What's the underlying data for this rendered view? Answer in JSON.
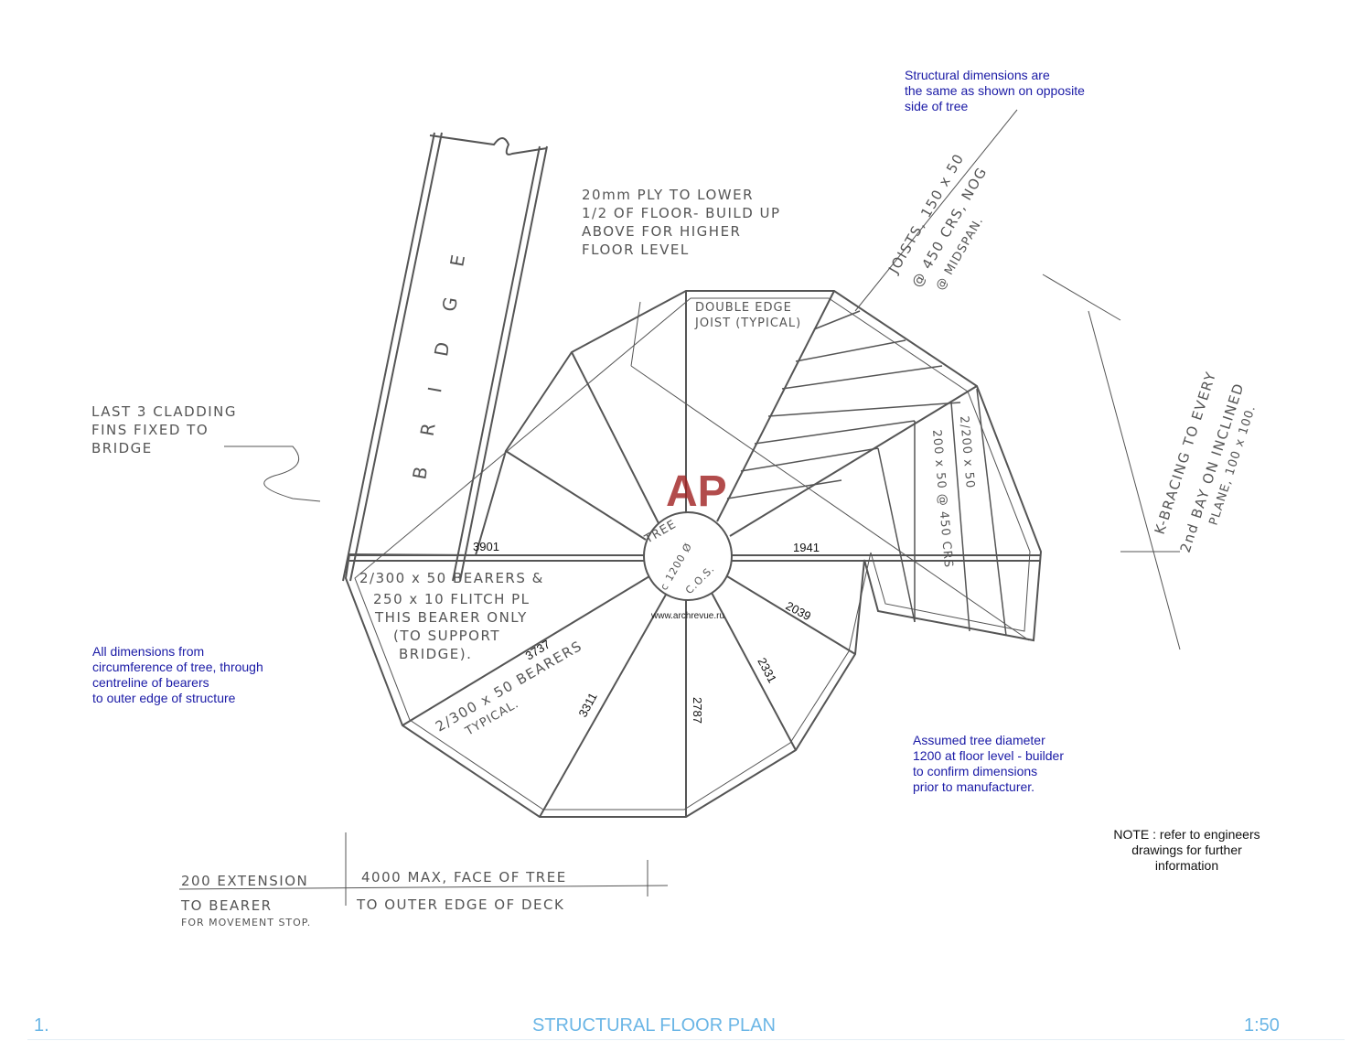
{
  "notes": {
    "structural_same": "Structural dimensions are\nthe same as shown on opposite\nside of tree",
    "all_dimensions": "All dimensions from\ncircumference of tree, through\ncentreline of bearers\nto outer edge of structure",
    "tree_diameter": "Assumed tree diameter\n1200 at floor level - builder\nto confirm dimensions\nprior to manufacturer.",
    "engineers": "NOTE : refer to engineers\ndrawings for further\ninformation"
  },
  "handwritten": {
    "ply_1": "20mm PLY TO LOWER",
    "ply_2": "1/2 OF FLOOR- BUILD UP",
    "ply_3": "ABOVE FOR HIGHER",
    "ply_4": "FLOOR LEVEL",
    "double_edge_1": "DOUBLE EDGE",
    "double_edge_2": "JOIST (TYPICAL)",
    "joists_1": "JOISTS, 150 x 50",
    "joists_2": "@ 450 CRS, NOG",
    "joists_3": "@ MIDSPAN.",
    "kbracing_1": "K-BRACING TO EVERY",
    "kbracing_2": "2nd BAY ON INCLINED",
    "kbracing_3": "PLANE, 100 x 100.",
    "beam_1": "200 x 50 @ 450 CRS",
    "beam_2": "2/200 x 50",
    "cladding_1": "LAST 3 CLADDING",
    "cladding_2": "FINS FIXED TO",
    "cladding_3": "BRIDGE",
    "bridge": "B R I D G E",
    "bearers_1": "2/300 x 50 BEARERS &",
    "bearers_2": "250 x 10 FLITCH PL",
    "bearers_3": "THIS BEARER ONLY",
    "bearers_4": "(TO SUPPORT",
    "bearers_5": "BRIDGE).",
    "typ_bearers_1": "2/300 x 50 BEARERS",
    "typ_bearers_2": "TYPICAL.",
    "tree_1": "TREE",
    "tree_2": "c 1200 Ø",
    "tree_3": "C.O.S.",
    "ext_1": "200 EXTENSION",
    "ext_2": "TO BEARER",
    "ext_3": "FOR MOVEMENT STOP.",
    "max_1": "4000 MAX, FACE OF TREE",
    "max_2": "TO OUTER EDGE OF DECK"
  },
  "dimensions": {
    "d3901": "3901",
    "d1941": "1941",
    "d2039": "2039",
    "d2331": "2331",
    "d2787": "2787",
    "d3311": "3311",
    "d3737": "3737"
  },
  "watermark": {
    "logo": "AP",
    "url": "www.archrevue.ru"
  },
  "footer": {
    "number": "1.",
    "title": "STRUCTURAL FLOOR PLAN",
    "scale": "1:50"
  }
}
